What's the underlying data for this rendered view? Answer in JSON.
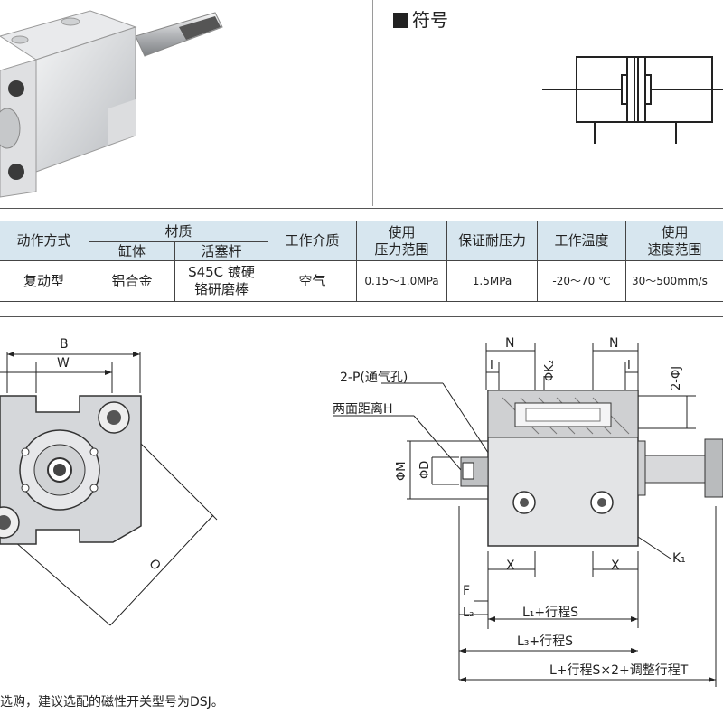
{
  "symbol": {
    "title": "符号"
  },
  "table": {
    "headers": {
      "actuation": "动作方式",
      "material": "材质",
      "barrel": "缸体",
      "rod": "活塞杆",
      "medium": "工作介质",
      "pressure_l1": "使用",
      "pressure_l2": "压力范围",
      "proof": "保证耐压力",
      "temperature": "工作温度",
      "speed_l1": "使用",
      "speed_l2": "速度范围"
    },
    "values": {
      "actuation": "复动型",
      "barrel": "铝合金",
      "rod_l1": "S45C 镀硬",
      "rod_l2": "铬研磨棒",
      "medium": "空气",
      "pressure": "0.15～1.0MPa",
      "proof": "1.5MPa",
      "temperature": "-20～70 ℃",
      "speed": "30～500mm/s"
    }
  },
  "drawing_labels": {
    "B": "B",
    "W": "W",
    "O": "O",
    "N_left": "N",
    "N_right": "N",
    "I_left": "I",
    "I_right": "I",
    "K2": "ΦK₂",
    "J": "2-ΦJ",
    "P": "2-P(通气孔)",
    "H": "两面距离H",
    "M": "ΦM",
    "D": "ΦD",
    "K1": "K₁",
    "X_left": "X",
    "X_right": "X",
    "F": "F",
    "L2": "L₂",
    "L1S": "L₁+行程S",
    "L3S": "L₃+行程S",
    "LT": "L+行程S×2+调整行程T"
  },
  "note": "选购，建议选配的磁性开关型号为DSJ。"
}
